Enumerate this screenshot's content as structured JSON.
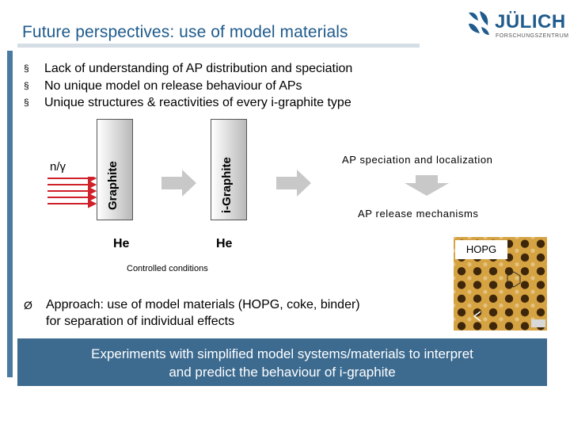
{
  "header": {
    "title": "Future perspectives: use of model materials",
    "logo": {
      "icon": "juelich-logo-icon",
      "name": "JÜLICH",
      "sub": "FORSCHUNGSZENTRUM"
    }
  },
  "bullets": [
    "Lack of understanding of AP distribution and speciation",
    "No unique model on release behaviour of APs",
    "Unique structures & reactivities of every i-graphite type"
  ],
  "bullet_marker": "§",
  "diagram": {
    "radiation_label": "n/γ",
    "box1_label": "Graphite",
    "box2_label": "i-Graphite",
    "he1": "He",
    "he2": "He",
    "controlled": "Controlled conditions",
    "ap_speciation": "AP speciation and localization",
    "ap_release": "AP release mechanisms",
    "hopg_label": "HOPG",
    "arrow_color": "#c8c8c8"
  },
  "approach": {
    "marker": "Ø",
    "line1": "Approach: use of model materials (HOPG, coke, binder)",
    "line2": "for separation of individual effects"
  },
  "banner": {
    "line1": "Experiments with simplified model systems/materials to interpret",
    "line2": "and predict the behaviour of i-graphite",
    "color": "#3d6b90"
  }
}
